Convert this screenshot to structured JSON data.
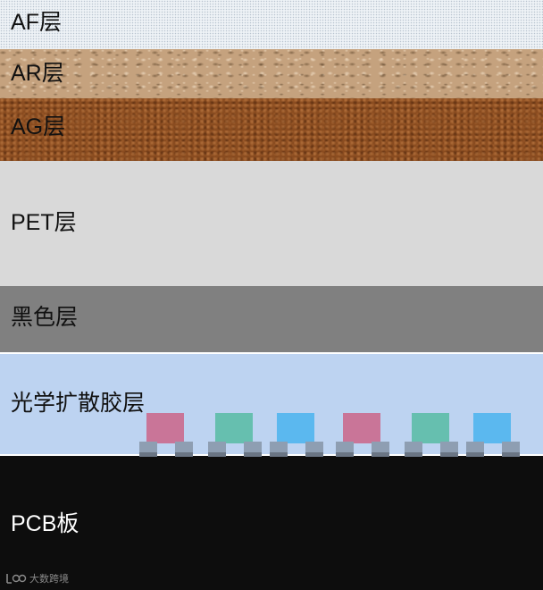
{
  "layers": {
    "af": "AF层",
    "ar": "AR层",
    "ag": "AG层",
    "pet": "PET层",
    "black": "黑色层",
    "diffuser": "光学扩散胶层",
    "pcb": "PCB板"
  },
  "colors": {
    "af": "#eef2f6",
    "ar": "#c5a27e",
    "ag": "#8a4c20",
    "pet": "#d9d9d9",
    "black": "#808080",
    "diffuser": "#bdd3f1",
    "pcb": "#0d0d0d",
    "led_red": "#c97598",
    "led_green": "#66bfaf",
    "led_blue": "#5bb8ef",
    "pad": "#8e9eb2"
  },
  "leds": [
    "led_red",
    "led_green",
    "led_blue",
    "led_red",
    "led_green",
    "led_blue"
  ],
  "watermark": {
    "text": "大数跨境",
    "icon": "brand-logo-icon"
  }
}
